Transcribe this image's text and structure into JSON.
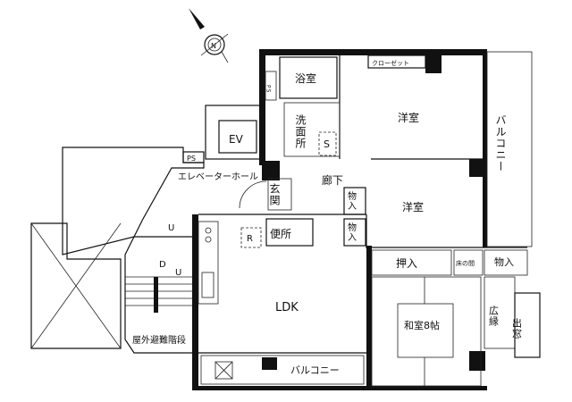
{
  "compass": {
    "label": "N"
  },
  "rooms": {
    "bath": "浴室",
    "ps_top": "PS",
    "closet": "クローゼット",
    "western_room_1": "洋室",
    "washroom": "洗面所",
    "washer": "S",
    "ev": "EV",
    "ps_left": "PS",
    "elevator_hall": "エレベーターホール",
    "hallway": "廊下",
    "entrance": "玄関",
    "western_room_2": "洋室",
    "storage_1": "物入",
    "storage_2": "物入",
    "toilet": "便所",
    "fridge": "R",
    "ldk": "LDK",
    "oshiire": "押入",
    "tokonoma": "床の間",
    "storage_3": "物入",
    "japanese_room": "和室8帖",
    "hiroen": "広縁",
    "bay_window": "出窓",
    "balcony_right": "バルコニー",
    "balcony_bottom": "バルコニー",
    "stairs_up_1": "U",
    "stairs_down": "D",
    "stairs_up_2": "U",
    "outdoor_stairs": "屋外避難階段"
  }
}
